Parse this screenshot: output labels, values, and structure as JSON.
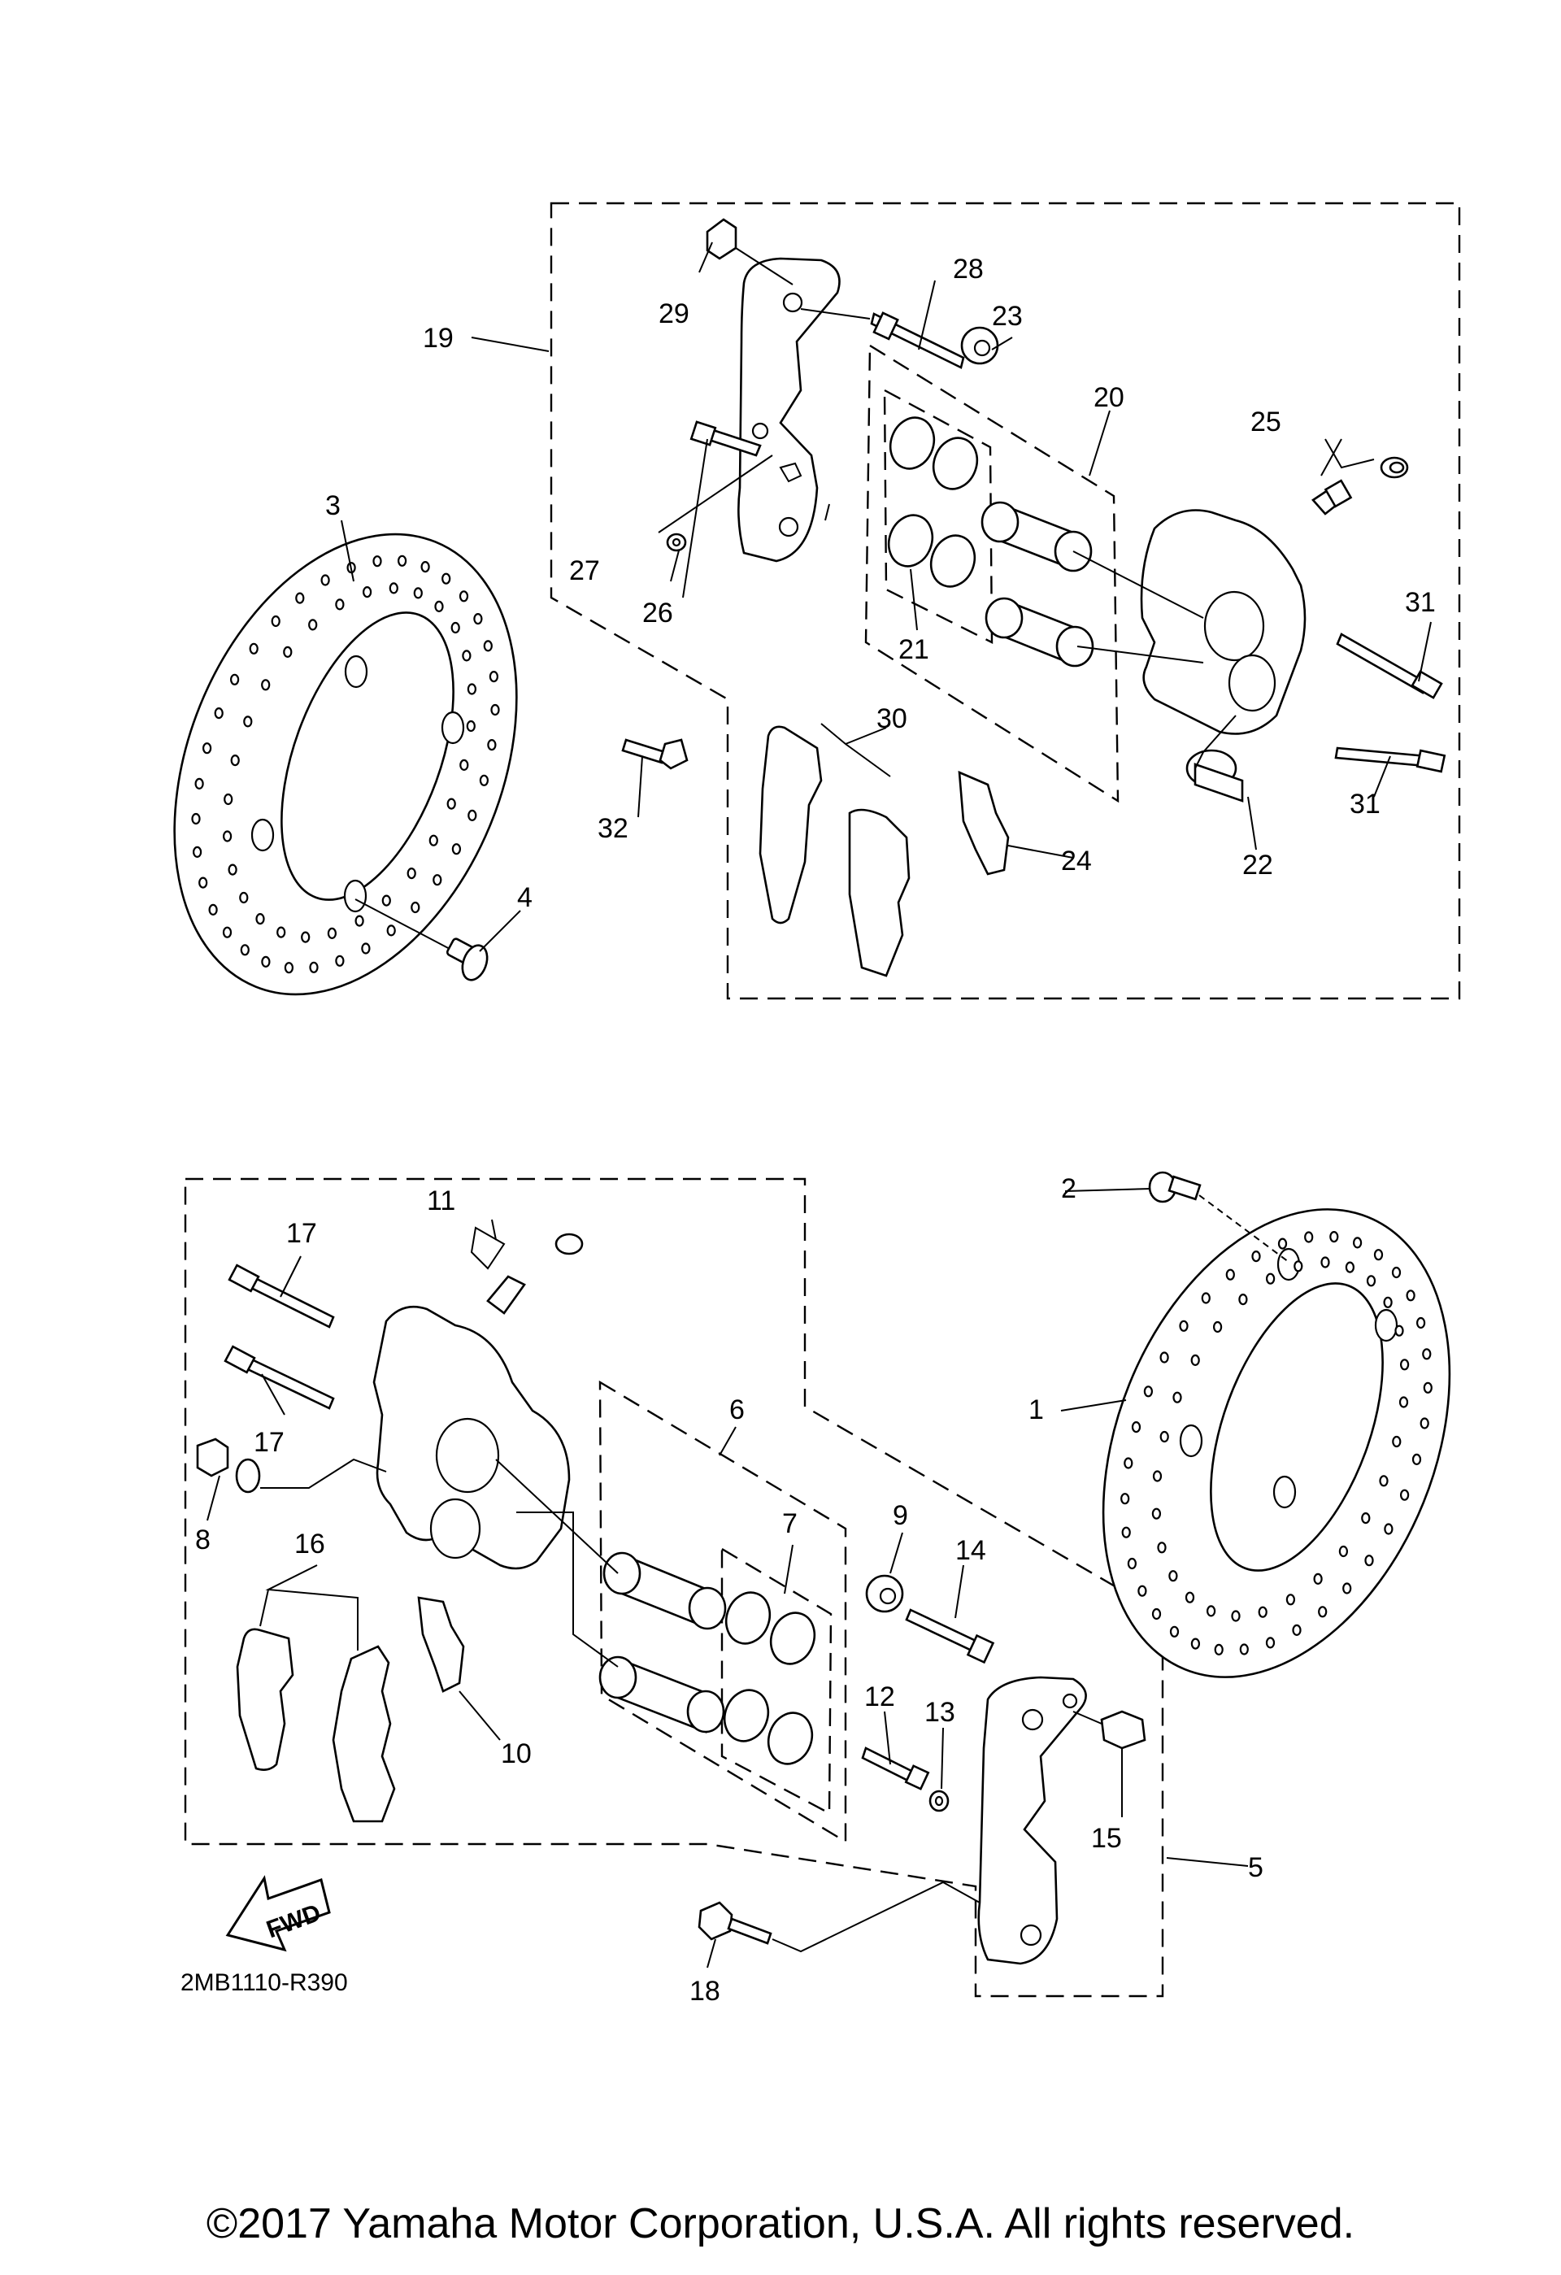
{
  "diagram": {
    "callouts": {
      "n1": "1",
      "n2": "2",
      "n3": "3",
      "n4": "4",
      "n5": "5",
      "n6": "6",
      "n7": "7",
      "n8": "8",
      "n9": "9",
      "n10": "10",
      "n11": "11",
      "n12": "12",
      "n13": "13",
      "n14": "14",
      "n15": "15",
      "n16": "16",
      "n17": "17",
      "n17b": "17",
      "n18": "18",
      "n19": "19",
      "n20": "20",
      "n21": "21",
      "n22": "22",
      "n23": "23",
      "n24": "24",
      "n25": "25",
      "n26": "26",
      "n27": "27",
      "n28": "28",
      "n29": "29",
      "n30": "30",
      "n31": "31",
      "n31b": "31",
      "n32": "32"
    },
    "fwd_label": "FWD",
    "diagram_code": "2MB1110-R390",
    "copyright": "©2017 Yamaha Motor Corporation, U.S.A. All rights reserved."
  }
}
